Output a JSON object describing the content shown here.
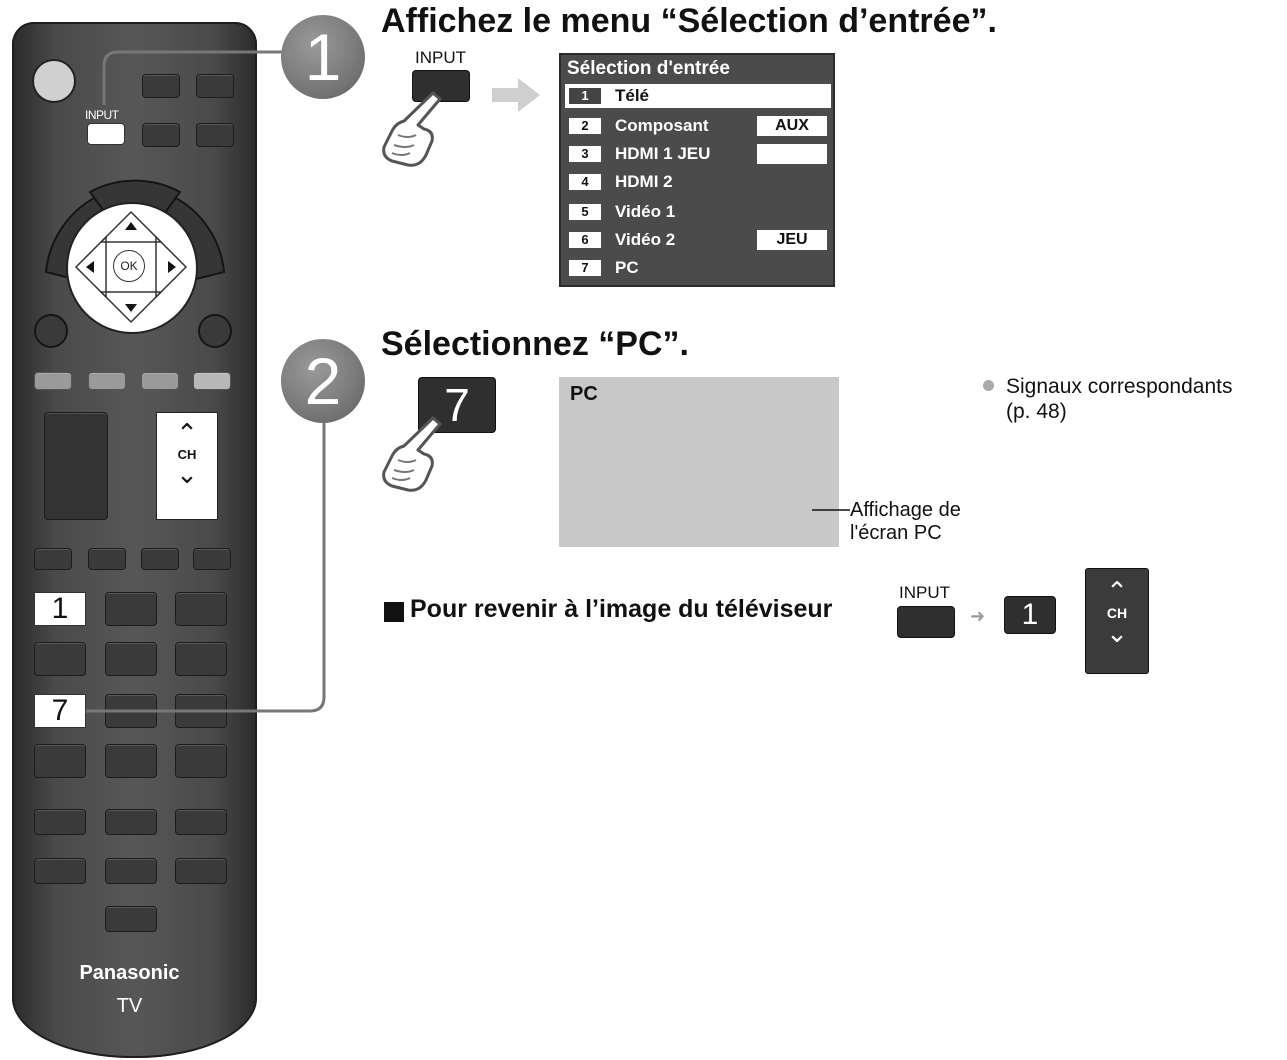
{
  "step1": {
    "number": "1",
    "heading": "Affichez le menu “Sélection d’entrée”.",
    "input_key_label": "INPUT"
  },
  "menu": {
    "title": "Sélection d'entrée",
    "items": [
      {
        "num": "1",
        "label": "Télé",
        "tag": ""
      },
      {
        "num": "2",
        "label": "Composant",
        "tag": "AUX"
      },
      {
        "num": "3",
        "label": "HDMI 1 JEU",
        "tag": ""
      },
      {
        "num": "4",
        "label": "HDMI 2",
        "tag": ""
      },
      {
        "num": "5",
        "label": "Vidéo 1",
        "tag": ""
      },
      {
        "num": "6",
        "label": "Vidéo 2",
        "tag": "JEU"
      },
      {
        "num": "7",
        "label": "PC",
        "tag": ""
      }
    ]
  },
  "step2": {
    "number": "2",
    "heading": "Sélectionnez “PC”.",
    "key": "7",
    "screen_label": "PC",
    "caption_line1": "Affichage de",
    "caption_line2": "l'écran PC",
    "note_line1": "Signaux correspondants",
    "note_line2": "(p. 48)"
  },
  "return_tv": {
    "text": "Pour revenir à l’image du téléviseur",
    "input_label": "INPUT",
    "key": "1",
    "ch_label": "CH"
  },
  "remote": {
    "input_label": "INPUT",
    "ok_label": "OK",
    "ch_label": "CH",
    "key_1": "1",
    "key_7": "7",
    "brand": "Panasonic",
    "model": "TV"
  }
}
